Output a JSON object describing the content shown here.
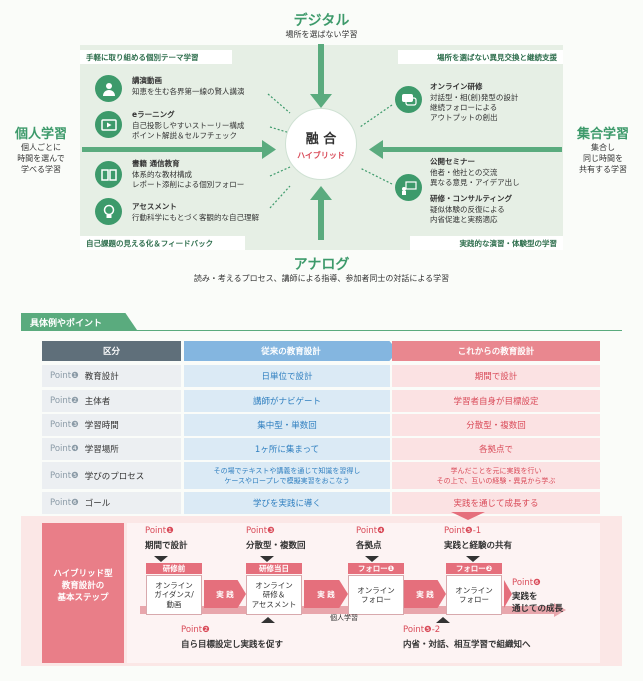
{
  "diagram": {
    "top_title": "デジタル",
    "top_sub": "場所を選ばない学習",
    "bottom_title": "アナログ",
    "bottom_sub": "読み・考えるプロセス、講師による指導、参加者同士の対話による学習",
    "left_title": "個人学習",
    "left_sub": "個人ごとに\n時間を選んで\n学べる学習",
    "right_title": "集合学習",
    "right_sub": "集合し\n同じ時間を\n共有する学習",
    "center_title": "融 合",
    "center_sub": "ハイブリッド",
    "corner_tl": "手軽に取り組める個別テーマ学習",
    "corner_tr": "場所を選ばない異見交換と継続支援",
    "corner_bl": "自己課題の見える化＆フィードバック",
    "corner_br": "実践的な演習・体験型の学習",
    "left_items": [
      {
        "icon": "lecturer-icon",
        "title": "講演動画",
        "desc": "知恵を生む各界第一線の賢人講演"
      },
      {
        "icon": "video-icon",
        "title": "eラーニング",
        "desc": "自己投影しやすいストーリー構成\nポイント解説＆セルフチェック"
      },
      {
        "icon": "book-icon",
        "title": "書籍 通信教育",
        "desc": "体系的な教材構成\nレポート添削による個別フォロー"
      },
      {
        "icon": "bulb-icon",
        "title": "アセスメント",
        "desc": "行動科学にもとづく客観的な自己理解"
      }
    ],
    "right_items": [
      {
        "icon": "chat-icon",
        "title": "オンライン研修",
        "desc": "対話型・相(創)発型の設計\n継続フォローによる\nアウトプットの創出"
      },
      {
        "icon": "presenter-icon",
        "title": "公開セミナー",
        "desc": "他者・他社との交流\n異なる意見・アイデア出し"
      },
      {
        "icon": "",
        "title": "研修・コンサルティング",
        "desc": "疑似体験の反復による\n内省促進と実務適応"
      }
    ]
  },
  "section": {
    "title": "具体例やポイント"
  },
  "table": {
    "headers": [
      "区分",
      "従来の教育設計",
      "これからの教育設計"
    ],
    "rows": [
      {
        "point": "Point❶",
        "label": "教育設計",
        "old": "日単位で設計",
        "new": "期間で設計"
      },
      {
        "point": "Point❷",
        "label": "主体者",
        "old": "講師がナビゲート",
        "new": "学習者自身が目標設定"
      },
      {
        "point": "Point❸",
        "label": "学習時間",
        "old": "集中型・単数回",
        "new": "分散型・複数回"
      },
      {
        "point": "Point❹",
        "label": "学習場所",
        "old": "1ヶ所に集まって",
        "new": "各拠点で"
      },
      {
        "point": "Point❺",
        "label": "学びのプロセス",
        "old": "その場でテキストや講義を通じて知識を習得し\nケースやロープレで模擬実習をおこなう",
        "new": "学んだことを元に実践を行い\nその上で、互いの経験・異見から学ぶ"
      },
      {
        "point": "Point❻",
        "label": "ゴール",
        "old": "学びを実践に導く",
        "new": "実践を通じて成長する"
      }
    ]
  },
  "steps": {
    "side_title": "ハイブリッド型\n教育設計の\n基本ステップ",
    "pt1_label": "Point❶",
    "pt1_desc": "期間で設計",
    "pt3_label": "Point❸",
    "pt3_desc": "分散型・複数回",
    "pt4_label": "Point❹",
    "pt4_desc": "各拠点",
    "pt51_label": "Point❺-1",
    "pt51_desc": "実践と経験の共有",
    "pt6_label": "Point❻",
    "pt6_desc": "実践を\n通じての成長",
    "pt2_label": "Point❷",
    "pt2_desc": "自ら目標設定し実践を促す",
    "pt52_label": "Point❺-2",
    "pt52_desc": "内省・対話、相互学習で組織知へ",
    "phases": [
      "研修前",
      "研修当日",
      "フォロー❶",
      "フォロー❷"
    ],
    "boxes": [
      "オンライン\nガイダンス/\n動画",
      "オンライン\n研修＆\nアセスメント",
      "オンライン\nフォロー",
      "オンライン\nフォロー"
    ],
    "practice": "実 践",
    "individual": "個人学習"
  },
  "colors": {
    "green": "#3d9a6b",
    "blue": "#2f7fc0",
    "pink": "#d94a58"
  }
}
